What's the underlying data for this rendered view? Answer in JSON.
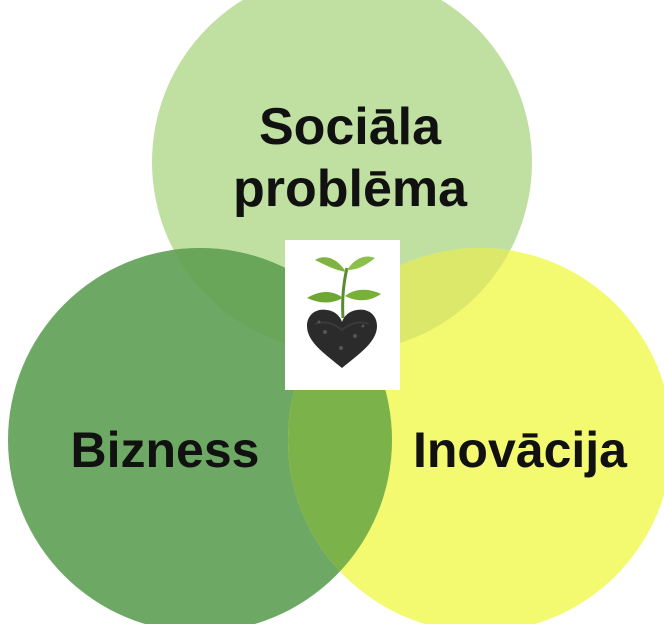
{
  "diagram": {
    "type": "venn",
    "circles": [
      {
        "id": "top",
        "label_lines": [
          "Sociāla",
          "problēma"
        ],
        "color": "#bfe0a0"
      },
      {
        "id": "left",
        "label_lines": [
          "Bizness"
        ],
        "color": "#6ea865"
      },
      {
        "id": "right",
        "label_lines": [
          "Inovācija"
        ],
        "color": "#f4fa70"
      }
    ],
    "overlaps": {
      "top_left": "#6aa659",
      "top_right": "#dbe86a",
      "left_right": "#7bb24a"
    },
    "center_image": {
      "icon": "plant-sprout-heart-soil-icon"
    }
  }
}
